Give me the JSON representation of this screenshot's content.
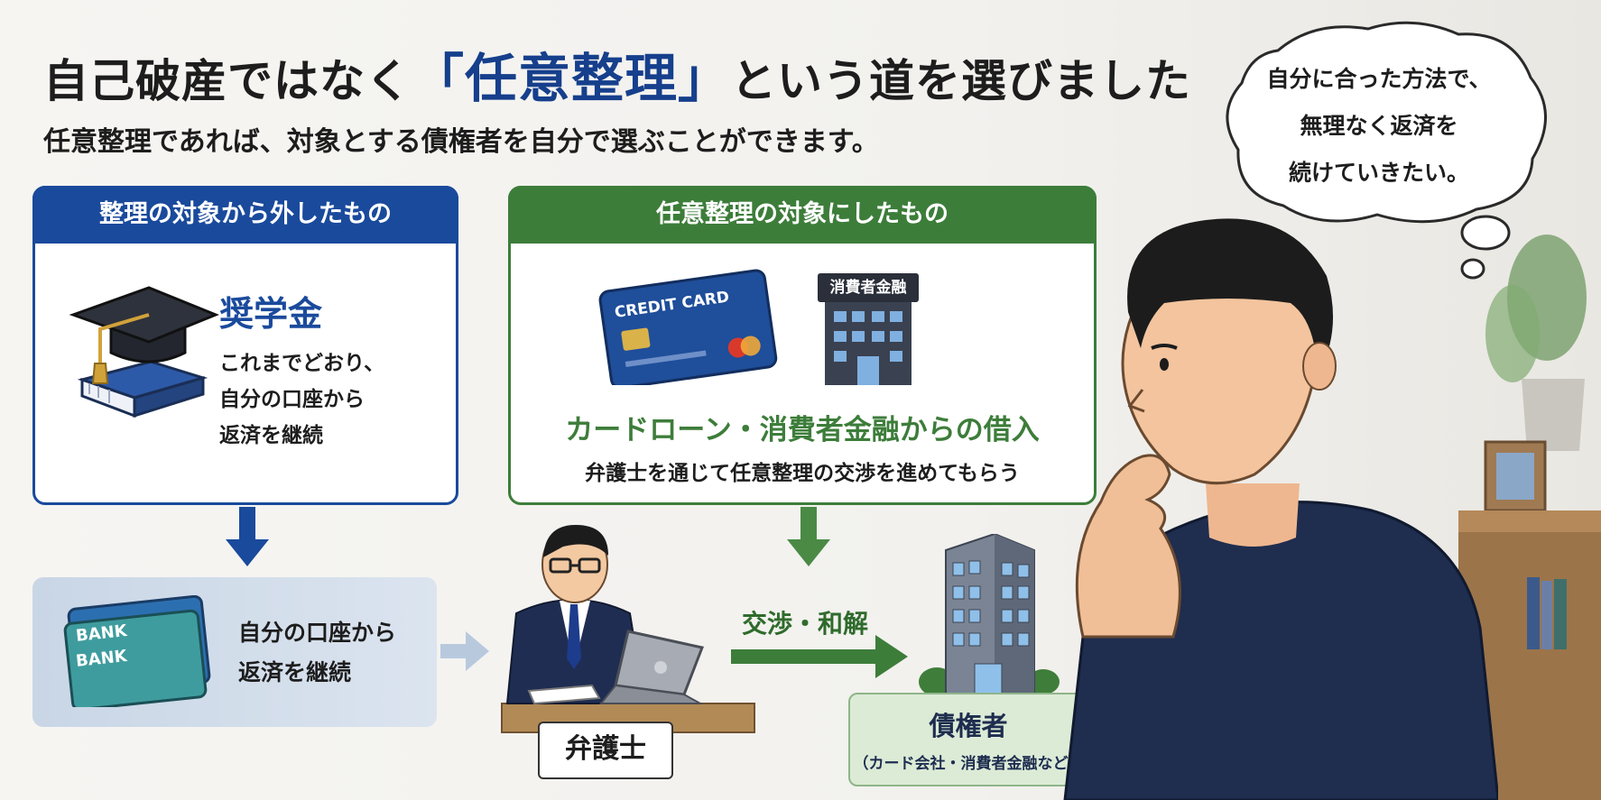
{
  "title": {
    "before": "自己破産ではなく",
    "highlight": "「任意整理」",
    "after": "という道を選びました"
  },
  "subtitle": "任意整理であれば、対象とする債権者を自分で選ぶことができます。",
  "excluded": {
    "header": "整理の対象から外したもの",
    "item": "奨学金",
    "lines": [
      "これまでどおり、",
      "自分の口座から",
      "返済を継続"
    ]
  },
  "bank": {
    "card_line1": "BANK",
    "card_line2": "BANK",
    "lines": [
      "自分の口座から",
      "返済を継続"
    ]
  },
  "included": {
    "header": "任意整理の対象にしたもの",
    "card_text": "CREDIT CARD",
    "building_sign": "消費者金融",
    "item": "カードローン・消費者金融からの借入",
    "desc": "弁護士を通じて任意整理の交渉を進めてもらう"
  },
  "lawyer_label": "弁護士",
  "negotiation_label": "交渉・和解",
  "creditor": {
    "label": "債権者",
    "sub": "（カード会社・消費者金融など）"
  },
  "thought": {
    "lines": [
      "自分に合った方法で、",
      "無理なく返済を",
      "続けていきたい。"
    ]
  },
  "colors": {
    "blue": "#1a4a9c",
    "green": "#3d7d3a",
    "navy": "#1e2d4f"
  }
}
